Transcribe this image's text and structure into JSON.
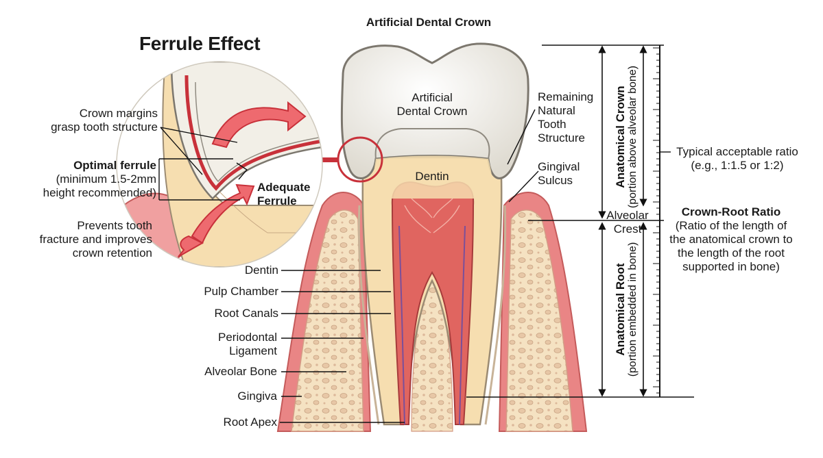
{
  "title": "Ferrule Effect",
  "top_title": "Artificial Dental Crown",
  "inset": {
    "crown_margins": [
      "Crown margins",
      "grasp tooth structure"
    ],
    "optimal_ferrule_title": "Optimal ferrule",
    "optimal_ferrule_detail": [
      "(minimum 1.5-2mm",
      "height recommended)"
    ],
    "adequate_ferrule": [
      "Adequate",
      "Ferrule"
    ],
    "prevents": [
      "Prevents tooth",
      "fracture and improves",
      "crown retention"
    ]
  },
  "tooth": {
    "crown_label": [
      "Artificial",
      "Dental Crown"
    ],
    "dentin_inner": "Dentin"
  },
  "left_labels": {
    "dentin": "Dentin",
    "pulp_chamber": "Pulp Chamber",
    "root_canals": "Root Canals",
    "periodontal_ligament": [
      "Periodontal",
      "Ligament"
    ],
    "alveolar_bone": "Alveolar Bone",
    "gingiva": "Gingiva",
    "root_apex": "Root Apex"
  },
  "right_labels": {
    "remaining": [
      "Remaining",
      "Natural",
      "Tooth",
      "Structure"
    ],
    "gingival_sulcus": [
      "Gingival",
      "Sulcus"
    ],
    "alveolar_crest": [
      "Alveolar",
      "Crest"
    ]
  },
  "anatomical_crown": {
    "title": "Anatomical Crown",
    "sub": "(portion above alveolar bone)"
  },
  "anatomical_root": {
    "title": "Anatomical Root",
    "sub": "(portion embedded in bone)"
  },
  "ratio_note": [
    "Typical acceptable ratio",
    "(e.g., 1:1.5 or 1:2)"
  ],
  "crown_root_ratio": {
    "title": "Crown-Root Ratio",
    "desc": [
      "(Ratio of the length of",
      "the anatomical crown to",
      "the length of the root",
      "supported in bone)"
    ]
  },
  "colors": {
    "gingiva": "#e98585",
    "gingiva_light": "#f6b7b3",
    "bone": "#f4dcb8",
    "dentin": "#f6deb0",
    "pulp": "#e06560",
    "crown": "#f1efe8",
    "arrow": "#e0424a"
  }
}
